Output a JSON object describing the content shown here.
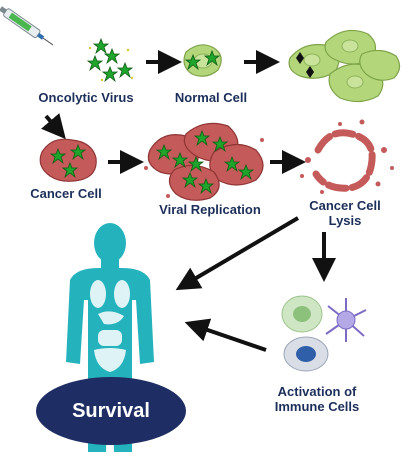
{
  "labels": {
    "oncolytic_virus": "Oncolytic Virus",
    "normal_cell": "Normal Cell",
    "cancer_cell": "Cancer Cell",
    "viral_replication": "Viral Replication",
    "cancer_cell_lysis_line1": "Cancer Cell",
    "cancer_cell_lysis_line2": "Lysis",
    "activation_line1": "Activation of",
    "activation_line2": "Immune Cells",
    "survival": "Survival"
  },
  "colors": {
    "label_text": "#1c2f5a",
    "arrow": "#111111",
    "virus": "#1fa52b",
    "normal_cell": "#b3d67a",
    "cancer_cell": "#c55a5a",
    "body": "#24b3bd",
    "survival_oval": "#1e2d63"
  }
}
